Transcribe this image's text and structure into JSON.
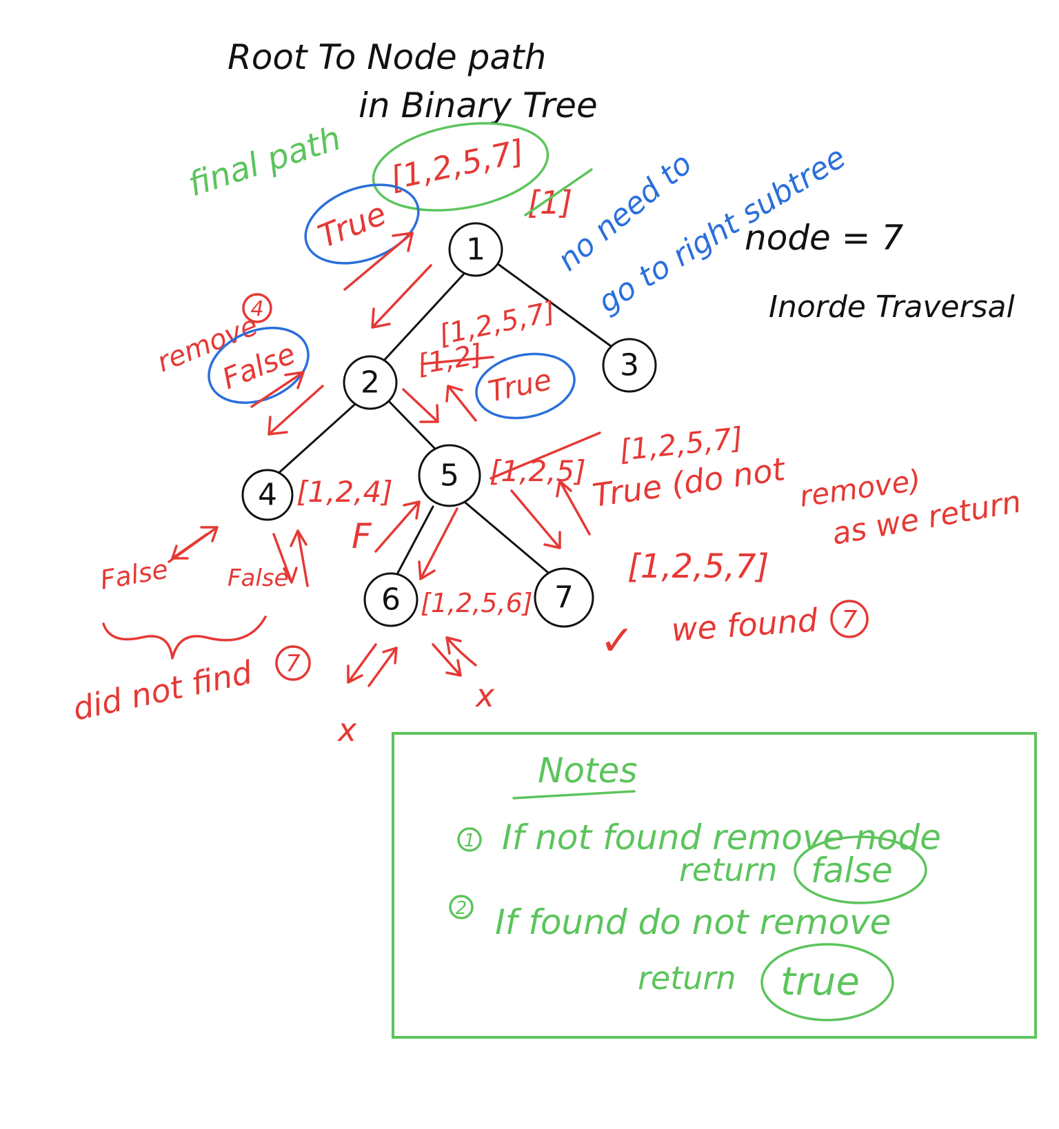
{
  "colors": {
    "ink": "#111111",
    "red": "#e53935",
    "green": "#5cc45c",
    "blue": "#2a6fdb"
  },
  "title": {
    "line1": "Root To Node path",
    "line2": "in Binary Tree"
  },
  "final_path_label": "final path",
  "final_path_value": "[1,2,5,7]",
  "root_struck_list": "[1]",
  "no_need_note": {
    "line1": "no need to",
    "line2": "go to right subtree"
  },
  "target": "node = 7",
  "traversal": "Inorde Traversal",
  "tree": {
    "nodes": [
      {
        "id": "n1",
        "label": "1"
      },
      {
        "id": "n2",
        "label": "2"
      },
      {
        "id": "n3",
        "label": "3"
      },
      {
        "id": "n4",
        "label": "4"
      },
      {
        "id": "n5",
        "label": "5"
      },
      {
        "id": "n6",
        "label": "6"
      },
      {
        "id": "n7",
        "label": "7"
      }
    ],
    "edges": [
      [
        "n1",
        "n2"
      ],
      [
        "n1",
        "n3"
      ],
      [
        "n2",
        "n4"
      ],
      [
        "n2",
        "n5"
      ],
      [
        "n5",
        "n6"
      ],
      [
        "n5",
        "n7"
      ]
    ]
  },
  "annotations": {
    "root_true": "True",
    "remove_4": "remove",
    "remove_4_circled": "4",
    "node2_false": "False",
    "node2_path_top": "[1,2,5,7]",
    "node2_path_struck": "[1,2]",
    "node2_true": "True",
    "node4_path": "[1,2,4]",
    "node5_path_struck": "[1,2,5]",
    "node5_path_new": "[1,2,5,7]",
    "node5_true_note": "True (do not",
    "node5_true_note2": "remove)",
    "node5_true_note3": "as we return",
    "node7_path": "[1,2,5,7]",
    "found_check": "✓",
    "found_text": "we found",
    "found_circled": "7",
    "node6_path": "[1,2,5,6]",
    "false_left": "False",
    "false_right": "False",
    "f_label": "F",
    "did_not_find": "did not find",
    "did_not_find_circled": "7",
    "x_mark": "x"
  },
  "notes": {
    "heading": "Notes",
    "n1_num": "1",
    "n1_line1": "If not found remove node",
    "n1_line2": "return",
    "n1_circled": "false",
    "n2_num": "2",
    "n2_line1": "If found do not remove",
    "n2_line2": "return",
    "n2_circled": "true"
  }
}
